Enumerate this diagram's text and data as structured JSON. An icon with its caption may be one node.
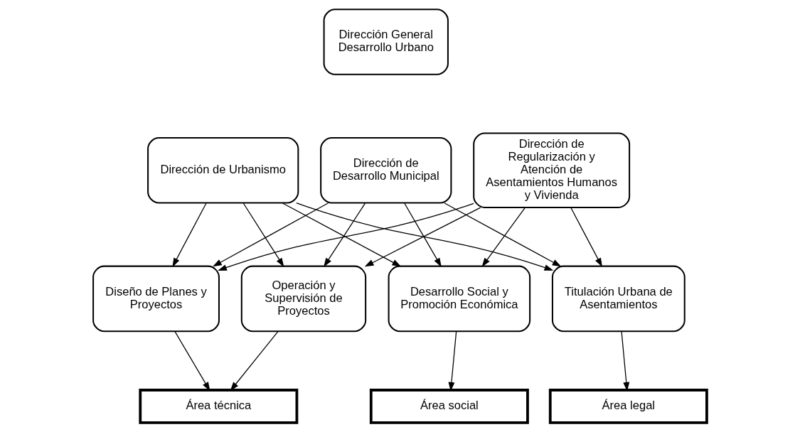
{
  "diagram": {
    "nodes": [
      {
        "text": [
          "Dirección General Desarrollo Urbano"
        ]
      },
      {
        "text": [
          "Dirección de Urbanismo"
        ]
      },
      {
        "text": [
          "Dirección de Desarrollo Municipal"
        ]
      },
      {
        "text": [
          "Dirección de Regularización y Atención de Asentamientos Humanos y Vivienda"
        ]
      },
      {
        "text": [
          "Diseño de Planes y Proyectos"
        ]
      },
      {
        "text": [
          "Operación y Supervisión de Proyectos"
        ]
      },
      {
        "text": [
          "Desarrollo Social y Promoción Económica"
        ]
      },
      {
        "text": [
          "Titulación Urbana de Asentamientos"
        ]
      },
      {
        "text": [
          "Área técnica"
        ]
      },
      {
        "text": [
          "Área social"
        ]
      },
      {
        "text": [
          "Área legal"
        ]
      }
    ],
    "edges": [
      {
        "from": 1,
        "to": 4,
        "arrow": "to"
      },
      {
        "from": 1,
        "to": 5,
        "arrow": "to"
      },
      {
        "from": 1,
        "to": 6,
        "arrow": "to"
      },
      {
        "from": 1,
        "to": 7,
        "arrow": "to"
      },
      {
        "from": 2,
        "to": 4,
        "arrow": "to"
      },
      {
        "from": 2,
        "to": 5,
        "arrow": "to"
      },
      {
        "from": 2,
        "to": 6,
        "arrow": "to"
      },
      {
        "from": 2,
        "to": 7,
        "arrow": "to"
      },
      {
        "from": 3,
        "to": 4,
        "arrow": "to"
      },
      {
        "from": 3,
        "to": 5,
        "arrow": "to"
      },
      {
        "from": 3,
        "to": 6,
        "arrow": "to"
      },
      {
        "from": 3,
        "to": 7,
        "arrow": "to"
      },
      {
        "from": 4,
        "to": 8,
        "arrow": "to"
      },
      {
        "from": 5,
        "to": 8,
        "arrow": "to"
      },
      {
        "from": 6,
        "to": 9,
        "arrow": "to"
      },
      {
        "from": 7,
        "to": 10,
        "arrow": "to"
      }
    ]
  }
}
